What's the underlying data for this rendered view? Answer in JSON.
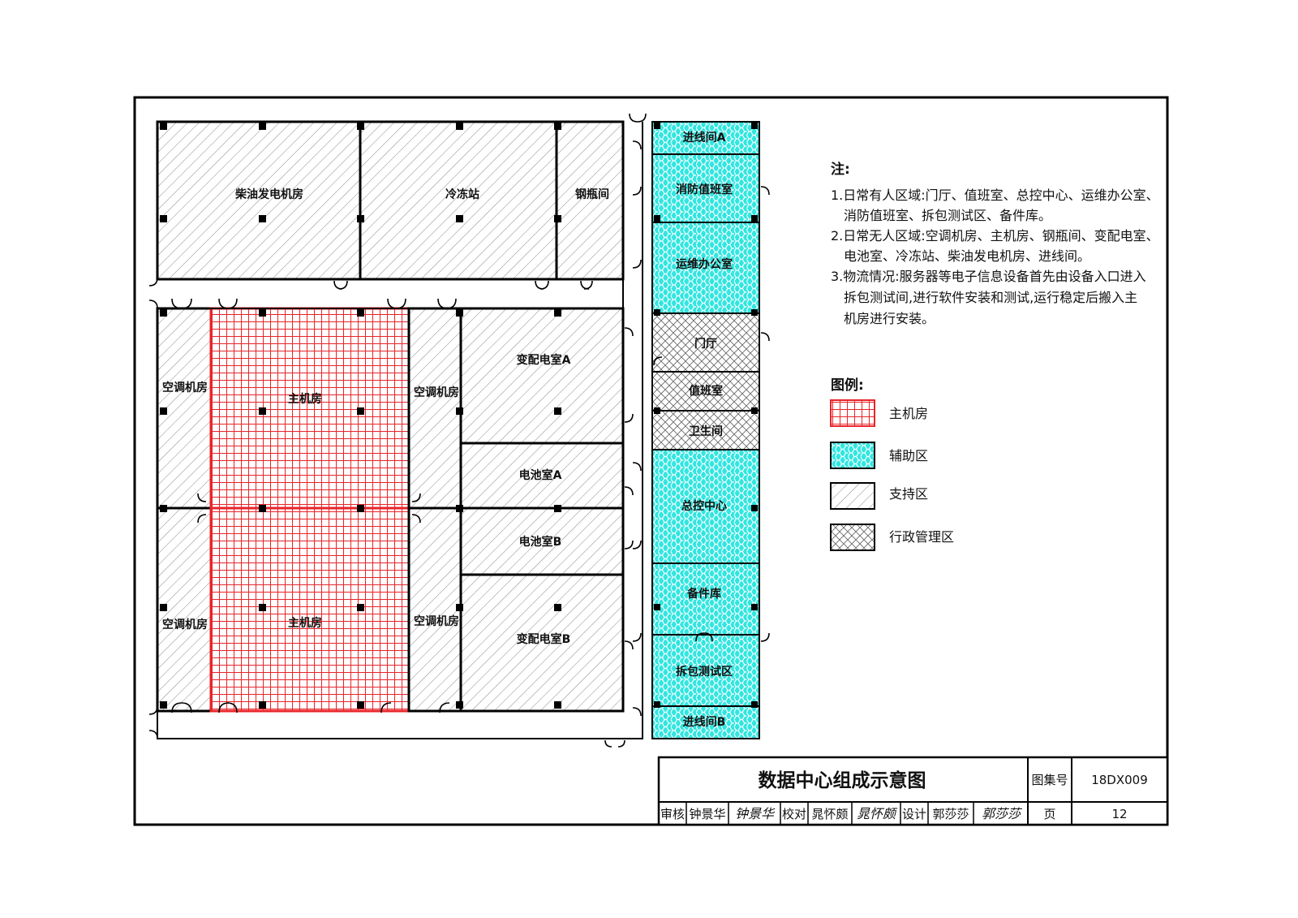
{
  "rooms": {
    "diesel": "柴油发电机房",
    "chiller": "冷冻站",
    "cylinder": "钢瓶间",
    "crac_tl": "空调机房",
    "crac_bl": "空调机房",
    "crac_tr": "空调机房",
    "crac_br": "空调机房",
    "main_top": "主机房",
    "main_bottom": "主机房",
    "substation_a": "变配电室A",
    "battery_a": "电池室A",
    "battery_b": "电池室B",
    "substation_b": "变配电室B",
    "entrance_a": "进线间A",
    "fire_duty": "消防值班室",
    "ops_office": "运维办公室",
    "lobby": "门厅",
    "duty_room": "值班室",
    "restroom": "卫生间",
    "control_center": "总控中心",
    "spare_parts": "备件库",
    "unpack_test": "拆包测试区",
    "entrance_b": "进线间B"
  },
  "notes": {
    "title": "注:",
    "line1": "1.日常有人区域:门厅、值班室、总控中心、运维办公室、",
    "line1b": "消防值班室、拆包测试区、备件库。",
    "line2": "2.日常无人区域:空调机房、主机房、钢瓶间、变配电室、",
    "line2b": "电池室、冷冻站、柴油发电机房、进线间。",
    "line3": "3.物流情况:服务器等电子信息设备首先由设备入口进入",
    "line3b": "拆包测试间,进行软件安装和测试,运行稳定后搬入主",
    "line3c": "机房进行安装。"
  },
  "legend": {
    "title": "图例:",
    "items": [
      {
        "label": "主机房"
      },
      {
        "label": "辅助区"
      },
      {
        "label": "支持区"
      },
      {
        "label": "行政管理区"
      }
    ]
  },
  "title_block": {
    "title": "数据中心组成示意图",
    "atlas_label": "图集号",
    "atlas_no": "18DX009",
    "review_label": "审核",
    "reviewer": "钟景华",
    "reviewer_sig": "钟景华",
    "check_label": "校对",
    "checker": "晁怀颇",
    "checker_sig": "晁怀颇",
    "design_label": "设计",
    "designer": "郭莎莎",
    "designer_sig": "郭莎莎",
    "page_label": "页",
    "page_no": "12"
  },
  "colors": {
    "main_room": "#e8242a",
    "aux_area": "#30e6e0",
    "support_hatch": "#8a8a8a",
    "admin_hatch": "#6a6a6a"
  }
}
